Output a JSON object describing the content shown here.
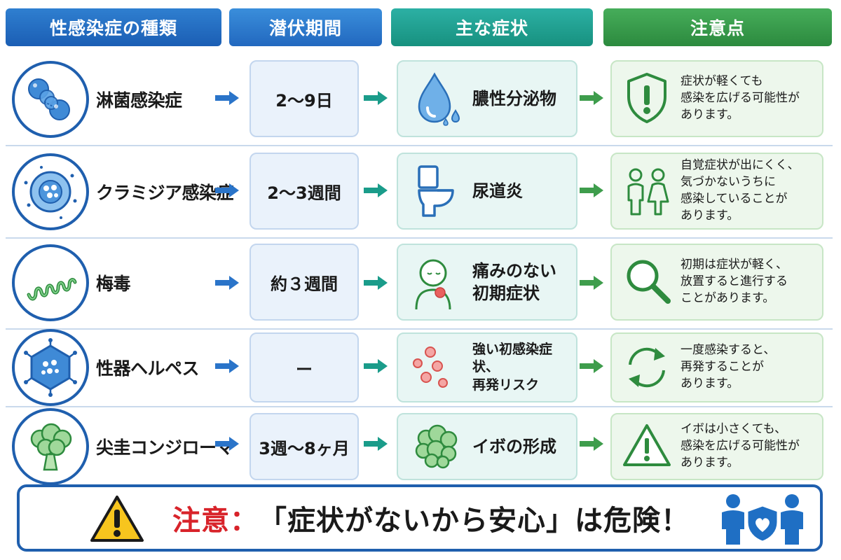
{
  "headers": {
    "type": "性感染症の種類",
    "incubation": "潜伏期間",
    "symptoms": "主な症状",
    "notes": "注意点"
  },
  "rows": [
    {
      "disease": "淋菌感染症",
      "incubation": "2～9日",
      "symptom": "膿性分泌物",
      "note": "症状が軽くても\n感染を広げる可能性が\nあります。",
      "disease_icon": "diplococcus-icon",
      "symptom_icon": "water-drop-icon",
      "note_icon": "shield-exclamation-icon"
    },
    {
      "disease": "クラミジア感染症",
      "incubation": "2～3週間",
      "symptom": "尿道炎",
      "note": "自覚症状が出にくく、\n気づかないうちに\n感染していることが\nあります。",
      "disease_icon": "chlamydia-cell-icon",
      "symptom_icon": "toilet-icon",
      "note_icon": "people-icon"
    },
    {
      "disease": "梅毒",
      "incubation": "約３週間",
      "symptom": "痛みのない\n初期症状",
      "note": "初期は症状が軽く、\n放置すると進行する\nことがあります。",
      "disease_icon": "spirochete-icon",
      "symptom_icon": "person-sore-icon",
      "note_icon": "magnifier-icon"
    },
    {
      "disease": "性器ヘルペス",
      "incubation": "ー",
      "symptom": "強い初感染症状、\n再発リスク",
      "note": "一度感染すると、\n再発することが\nあります。",
      "disease_icon": "herpes-virus-icon",
      "symptom_icon": "red-spots-icon",
      "note_icon": "cycle-arrows-icon"
    },
    {
      "disease": "尖圭コンジローマ",
      "incubation": "3週～8ヶ月",
      "symptom": "イボの形成",
      "note": "イボは小さくても、\n感染を広げる可能性が\nあります。",
      "disease_icon": "broccoli-wart-icon",
      "symptom_icon": "wart-cluster-icon",
      "note_icon": "triangle-warning-icon"
    }
  ],
  "banner": {
    "label": "注意：",
    "message": "「症状がないから安心」は危険！"
  },
  "colors": {
    "blue": "#1f5fae",
    "teal": "#1a9c8a",
    "green": "#3e9d4c",
    "red": "#d8232a"
  }
}
